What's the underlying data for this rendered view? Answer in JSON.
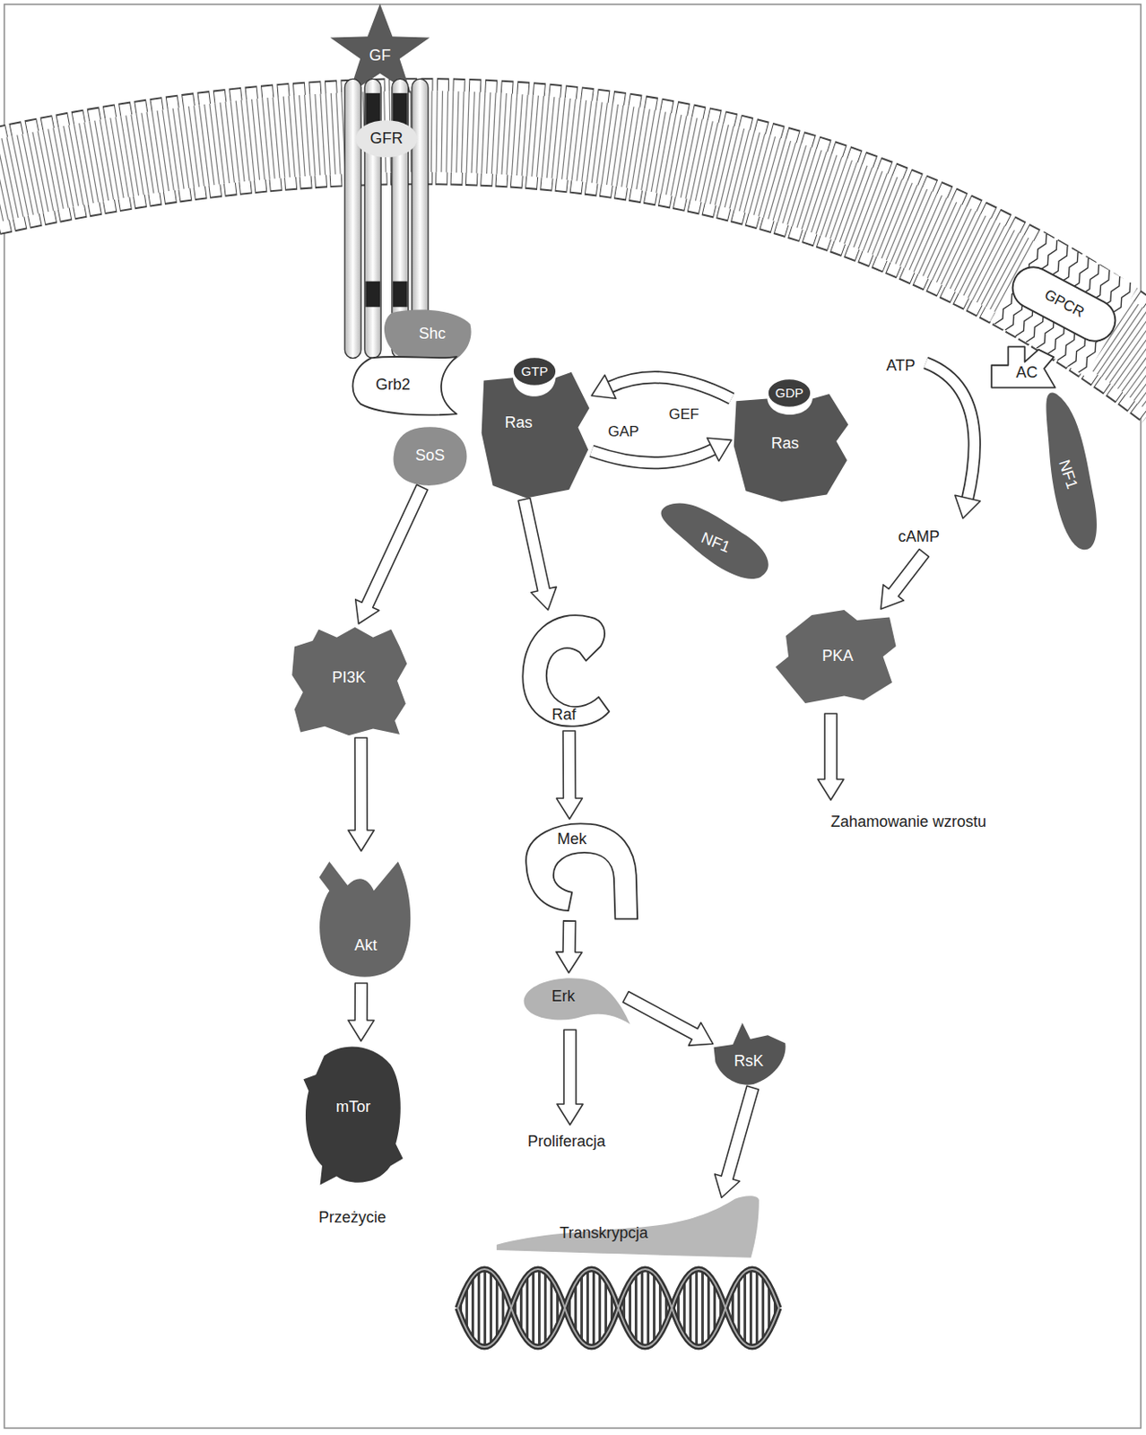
{
  "diagram": {
    "nodes": [
      {
        "text": [
          "GF"
        ]
      },
      {
        "text": [
          "GFR"
        ]
      },
      {
        "text": [
          "GPCR"
        ]
      },
      {
        "text": [
          "Shc"
        ]
      },
      {
        "text": [
          "Grb2"
        ]
      },
      {
        "text": [
          "SoS"
        ]
      },
      {
        "text": [
          "Ras"
        ]
      },
      {
        "text": [
          "GTP"
        ],
        "in": 6
      },
      {
        "text": [
          "Ras"
        ]
      },
      {
        "text": [
          "GDP"
        ],
        "in": 8
      },
      {
        "text": [
          "NF1"
        ]
      },
      {
        "text": [
          "AC"
        ]
      },
      {
        "text": [
          "NF1"
        ]
      },
      {
        "text": [
          "PI3K"
        ]
      },
      {
        "text": [
          "Raf"
        ]
      },
      {
        "text": [
          "PKA"
        ]
      },
      {
        "text": [
          "Akt"
        ]
      },
      {
        "text": [
          "Mek"
        ]
      },
      {
        "text": [
          "Erk"
        ]
      },
      {
        "text": [
          "RsK"
        ]
      },
      {
        "text": [
          "mTor"
        ]
      },
      {
        "text": [
          "Transkrypcja"
        ]
      }
    ],
    "edges": [
      {
        "from": 8,
        "to": 6,
        "label": "GEF",
        "arrow": "to"
      },
      {
        "from": 6,
        "to": 8,
        "label": "GAP",
        "arrow": "to"
      },
      {
        "from": 5,
        "to": 13,
        "arrow": "to"
      },
      {
        "from": 6,
        "to": 14,
        "arrow": "to"
      },
      {
        "from": 13,
        "to": 16,
        "arrow": "to"
      },
      {
        "from": 16,
        "to": 20,
        "arrow": "to"
      },
      {
        "from": 14,
        "to": 17,
        "arrow": "to"
      },
      {
        "from": 17,
        "to": 18,
        "arrow": "to"
      },
      {
        "from": 18,
        "to": 19,
        "arrow": "to"
      },
      {
        "from": 19,
        "to": 21,
        "arrow": "to"
      }
    ],
    "labels": [
      "ATP",
      "cAMP",
      "Zahamowanie wzrostu",
      "Proliferacja",
      "Przeżycie"
    ]
  }
}
